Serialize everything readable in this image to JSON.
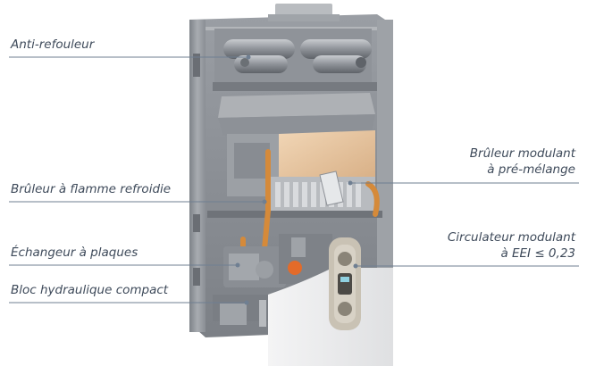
{
  "callouts": {
    "left": [
      {
        "id": "anti-refouleur",
        "text": "Anti-refouleur"
      },
      {
        "id": "bruleur-flamme",
        "text": "Brûleur à flamme refroidie"
      },
      {
        "id": "echangeur",
        "text": "Échangeur à plaques"
      },
      {
        "id": "bloc-hydraulique",
        "text": "Bloc hydraulique compact"
      }
    ],
    "right": [
      {
        "id": "bruleur-modulant",
        "lines": [
          "Brûleur modulant",
          "à pré-mélange"
        ]
      },
      {
        "id": "circulateur",
        "lines": [
          "Circulateur modulant",
          "à EEI ≤ 0,23"
        ]
      }
    ]
  },
  "colors": {
    "label_text": "#3e4a5a",
    "leader_line": "#6f7f92",
    "frame": "#8c9096",
    "chamber": "#e8c9a6",
    "pipe_copper": "#d58a3a"
  }
}
